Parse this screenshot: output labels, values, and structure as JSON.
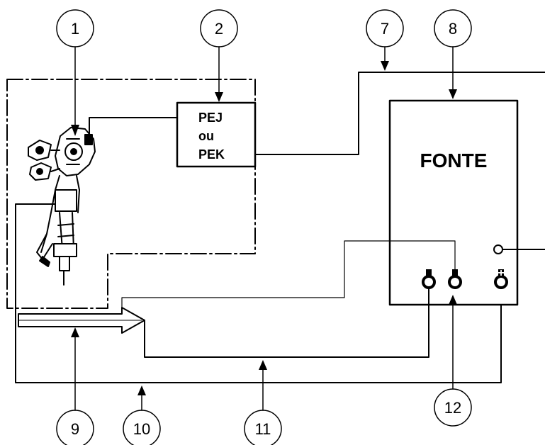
{
  "callouts": [
    "1",
    "2",
    "7",
    "8",
    "9",
    "10",
    "11",
    "12"
  ],
  "controller": {
    "line1": "PEJ",
    "line2": "ou",
    "line3": "PEK"
  },
  "power_source": {
    "label": "FONTE",
    "negative_sign": "-",
    "positive_sign": "+"
  }
}
